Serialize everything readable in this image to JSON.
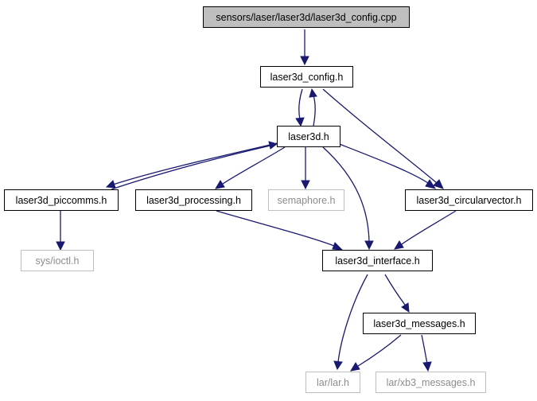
{
  "nodes": {
    "root": "sensors/laser/laser3d/laser3d_config.cpp",
    "config": "laser3d_config.h",
    "laser3d": "laser3d.h",
    "piccomms": "laser3d_piccomms.h",
    "processing": "laser3d_processing.h",
    "semaphore": "semaphore.h",
    "circularvector": "laser3d_circularvector.h",
    "ioctl": "sys/ioctl.h",
    "interface": "laser3d_interface.h",
    "messages": "laser3d_messages.h",
    "lar": "lar/lar.h",
    "xb3": "lar/xb3_messages.h"
  },
  "edges": [
    [
      "root",
      "config"
    ],
    [
      "config",
      "laser3d"
    ],
    [
      "laser3d",
      "config"
    ],
    [
      "config",
      "circularvector"
    ],
    [
      "laser3d",
      "piccomms"
    ],
    [
      "piccomms",
      "laser3d"
    ],
    [
      "laser3d",
      "processing"
    ],
    [
      "laser3d",
      "semaphore"
    ],
    [
      "laser3d",
      "circularvector"
    ],
    [
      "laser3d",
      "interface"
    ],
    [
      "piccomms",
      "ioctl"
    ],
    [
      "processing",
      "interface"
    ],
    [
      "circularvector",
      "interface"
    ],
    [
      "interface",
      "lar"
    ],
    [
      "interface",
      "messages"
    ],
    [
      "messages",
      "lar"
    ],
    [
      "messages",
      "xb3"
    ]
  ],
  "colors": {
    "edge": "#191970",
    "root_fill": "#bfbfbf",
    "node_border": "#000000",
    "system_border": "#bfbfbf",
    "system_text": "#8c8c8c"
  }
}
